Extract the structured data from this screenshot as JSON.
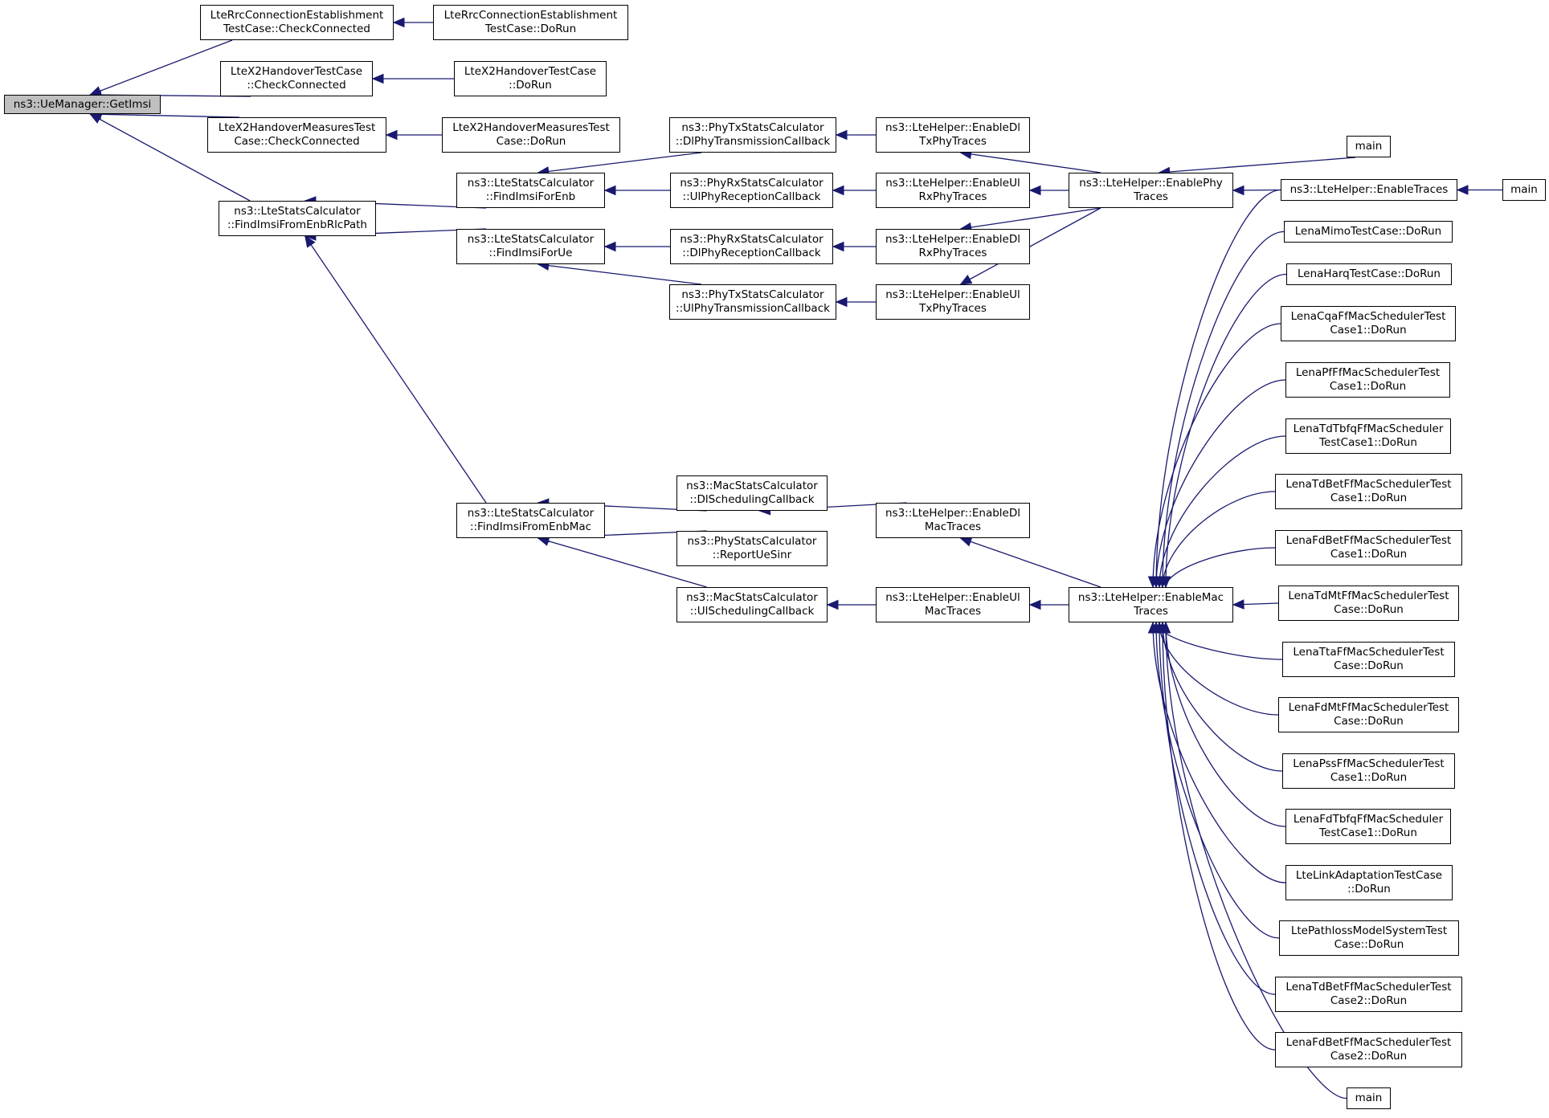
{
  "graph": {
    "nodes": [
      {
        "id": "getimsi",
        "lines": [
          "ns3::UeManager::GetImsi"
        ],
        "root": true
      },
      {
        "id": "rrc_check",
        "lines": [
          "LteRrcConnectionEstablishment",
          "TestCase::CheckConnected"
        ]
      },
      {
        "id": "rrc_dorun",
        "lines": [
          "LteRrcConnectionEstablishment",
          "TestCase::DoRun"
        ]
      },
      {
        "id": "x2_check",
        "lines": [
          "LteX2HandoverTestCase",
          "::CheckConnected"
        ]
      },
      {
        "id": "x2_dorun",
        "lines": [
          "LteX2HandoverTestCase",
          "::DoRun"
        ]
      },
      {
        "id": "x2m_check",
        "lines": [
          "LteX2HandoverMeasuresTest",
          "Case::CheckConnected"
        ]
      },
      {
        "id": "x2m_dorun",
        "lines": [
          "LteX2HandoverMeasuresTest",
          "Case::DoRun"
        ]
      },
      {
        "id": "rlcpath",
        "lines": [
          "ns3::LteStatsCalculator",
          "::FindImsiFromEnbRlcPath"
        ]
      },
      {
        "id": "forenb",
        "lines": [
          "ns3::LteStatsCalculator",
          "::FindImsiForEnb"
        ]
      },
      {
        "id": "forue",
        "lines": [
          "ns3::LteStatsCalculator",
          "::FindImsiForUe"
        ]
      },
      {
        "id": "fromenbmac",
        "lines": [
          "ns3::LteStatsCalculator",
          "::FindImsiFromEnbMac"
        ]
      },
      {
        "id": "phytx_dl",
        "lines": [
          "ns3::PhyTxStatsCalculator",
          "::DlPhyTransmissionCallback"
        ]
      },
      {
        "id": "phyrx_ul",
        "lines": [
          "ns3::PhyRxStatsCalculator",
          "::UlPhyReceptionCallback"
        ]
      },
      {
        "id": "phyrx_dl",
        "lines": [
          "ns3::PhyRxStatsCalculator",
          "::DlPhyReceptionCallback"
        ]
      },
      {
        "id": "phytx_ul",
        "lines": [
          "ns3::PhyTxStatsCalculator",
          "::UlPhyTransmissionCallback"
        ]
      },
      {
        "id": "mac_dl",
        "lines": [
          "ns3::MacStatsCalculator",
          "::DlSchedulingCallback"
        ]
      },
      {
        "id": "reportsinr",
        "lines": [
          "ns3::PhyStatsCalculator",
          "::ReportUeSinr"
        ]
      },
      {
        "id": "mac_ul",
        "lines": [
          "ns3::MacStatsCalculator",
          "::UlSchedulingCallback"
        ]
      },
      {
        "id": "en_dltx",
        "lines": [
          "ns3::LteHelper::EnableDl",
          "TxPhyTraces"
        ]
      },
      {
        "id": "en_ulrx",
        "lines": [
          "ns3::LteHelper::EnableUl",
          "RxPhyTraces"
        ]
      },
      {
        "id": "en_dlrx",
        "lines": [
          "ns3::LteHelper::EnableDl",
          "RxPhyTraces"
        ]
      },
      {
        "id": "en_ultx",
        "lines": [
          "ns3::LteHelper::EnableUl",
          "TxPhyTraces"
        ]
      },
      {
        "id": "en_dlmac",
        "lines": [
          "ns3::LteHelper::EnableDl",
          "MacTraces"
        ]
      },
      {
        "id": "en_ulmac",
        "lines": [
          "ns3::LteHelper::EnableUl",
          "MacTraces"
        ]
      },
      {
        "id": "en_phy",
        "lines": [
          "ns3::LteHelper::EnablePhy",
          "Traces"
        ]
      },
      {
        "id": "en_mac",
        "lines": [
          "ns3::LteHelper::EnableMac",
          "Traces"
        ]
      },
      {
        "id": "en_traces",
        "lines": [
          "ns3::LteHelper::EnableTraces"
        ]
      },
      {
        "id": "main1",
        "lines": [
          "main"
        ]
      },
      {
        "id": "main2",
        "lines": [
          "main"
        ]
      },
      {
        "id": "main3",
        "lines": [
          "main"
        ]
      },
      {
        "id": "mimo",
        "lines": [
          "LenaMimoTestCase::DoRun"
        ]
      },
      {
        "id": "harq",
        "lines": [
          "LenaHarqTestCase::DoRun"
        ]
      },
      {
        "id": "cqa",
        "lines": [
          "LenaCqaFfMacSchedulerTest",
          "Case1::DoRun"
        ]
      },
      {
        "id": "pf",
        "lines": [
          "LenaPfFfMacSchedulerTest",
          "Case1::DoRun"
        ]
      },
      {
        "id": "tdtbfq",
        "lines": [
          "LenaTdTbfqFfMacScheduler",
          "TestCase1::DoRun"
        ]
      },
      {
        "id": "tdbet1",
        "lines": [
          "LenaTdBetFfMacSchedulerTest",
          "Case1::DoRun"
        ]
      },
      {
        "id": "fdbet1",
        "lines": [
          "LenaFdBetFfMacSchedulerTest",
          "Case1::DoRun"
        ]
      },
      {
        "id": "tdmt",
        "lines": [
          "LenaTdMtFfMacSchedulerTest",
          "Case::DoRun"
        ]
      },
      {
        "id": "tta",
        "lines": [
          "LenaTtaFfMacSchedulerTest",
          "Case::DoRun"
        ]
      },
      {
        "id": "fdmt",
        "lines": [
          "LenaFdMtFfMacSchedulerTest",
          "Case::DoRun"
        ]
      },
      {
        "id": "pss",
        "lines": [
          "LenaPssFfMacSchedulerTest",
          "Case1::DoRun"
        ]
      },
      {
        "id": "fdtbfq",
        "lines": [
          "LenaFdTbfqFfMacScheduler",
          "TestCase1::DoRun"
        ]
      },
      {
        "id": "linkadapt",
        "lines": [
          "LteLinkAdaptationTestCase",
          "::DoRun"
        ]
      },
      {
        "id": "pathloss",
        "lines": [
          "LtePathlossModelSystemTest",
          "Case::DoRun"
        ]
      },
      {
        "id": "tdbet2",
        "lines": [
          "LenaTdBetFfMacSchedulerTest",
          "Case2::DoRun"
        ]
      },
      {
        "id": "fdbet2",
        "lines": [
          "LenaFdBetFfMacSchedulerTest",
          "Case2::DoRun"
        ]
      }
    ],
    "edges": [
      [
        "rrc_check",
        "getimsi"
      ],
      [
        "x2_check",
        "getimsi"
      ],
      [
        "x2m_check",
        "getimsi"
      ],
      [
        "rlcpath",
        "getimsi"
      ],
      [
        "rrc_dorun",
        "rrc_check"
      ],
      [
        "x2_dorun",
        "x2_check"
      ],
      [
        "x2m_dorun",
        "x2m_check"
      ],
      [
        "forenb",
        "rlcpath"
      ],
      [
        "forue",
        "rlcpath"
      ],
      [
        "fromenbmac",
        "rlcpath"
      ],
      [
        "phytx_dl",
        "forenb"
      ],
      [
        "phyrx_ul",
        "forenb"
      ],
      [
        "phyrx_dl",
        "forue"
      ],
      [
        "phytx_ul",
        "forue"
      ],
      [
        "mac_dl",
        "fromenbmac"
      ],
      [
        "reportsinr",
        "fromenbmac"
      ],
      [
        "mac_ul",
        "fromenbmac"
      ],
      [
        "en_dltx",
        "phytx_dl"
      ],
      [
        "en_ulrx",
        "phyrx_ul"
      ],
      [
        "en_dlrx",
        "phyrx_dl"
      ],
      [
        "en_ultx",
        "phytx_ul"
      ],
      [
        "en_dlmac",
        "mac_dl"
      ],
      [
        "en_ulmac",
        "mac_ul"
      ],
      [
        "en_phy",
        "en_dltx"
      ],
      [
        "en_phy",
        "en_ulrx"
      ],
      [
        "en_phy",
        "en_dlrx"
      ],
      [
        "en_phy",
        "en_ultx"
      ],
      [
        "en_mac",
        "en_dlmac"
      ],
      [
        "en_mac",
        "en_ulmac"
      ],
      [
        "main1",
        "en_phy"
      ],
      [
        "en_traces",
        "en_phy"
      ],
      [
        "en_traces",
        "en_mac"
      ],
      [
        "main2",
        "en_traces"
      ],
      [
        "mimo",
        "en_mac"
      ],
      [
        "harq",
        "en_mac"
      ],
      [
        "cqa",
        "en_mac"
      ],
      [
        "pf",
        "en_mac"
      ],
      [
        "tdtbfq",
        "en_mac"
      ],
      [
        "tdbet1",
        "en_mac"
      ],
      [
        "fdbet1",
        "en_mac"
      ],
      [
        "tdmt",
        "en_mac"
      ],
      [
        "tta",
        "en_mac"
      ],
      [
        "fdmt",
        "en_mac"
      ],
      [
        "pss",
        "en_mac"
      ],
      [
        "fdtbfq",
        "en_mac"
      ],
      [
        "linkadapt",
        "en_mac"
      ],
      [
        "pathloss",
        "en_mac"
      ],
      [
        "tdbet2",
        "en_mac"
      ],
      [
        "fdbet2",
        "en_mac"
      ],
      [
        "main3",
        "en_mac"
      ]
    ]
  }
}
